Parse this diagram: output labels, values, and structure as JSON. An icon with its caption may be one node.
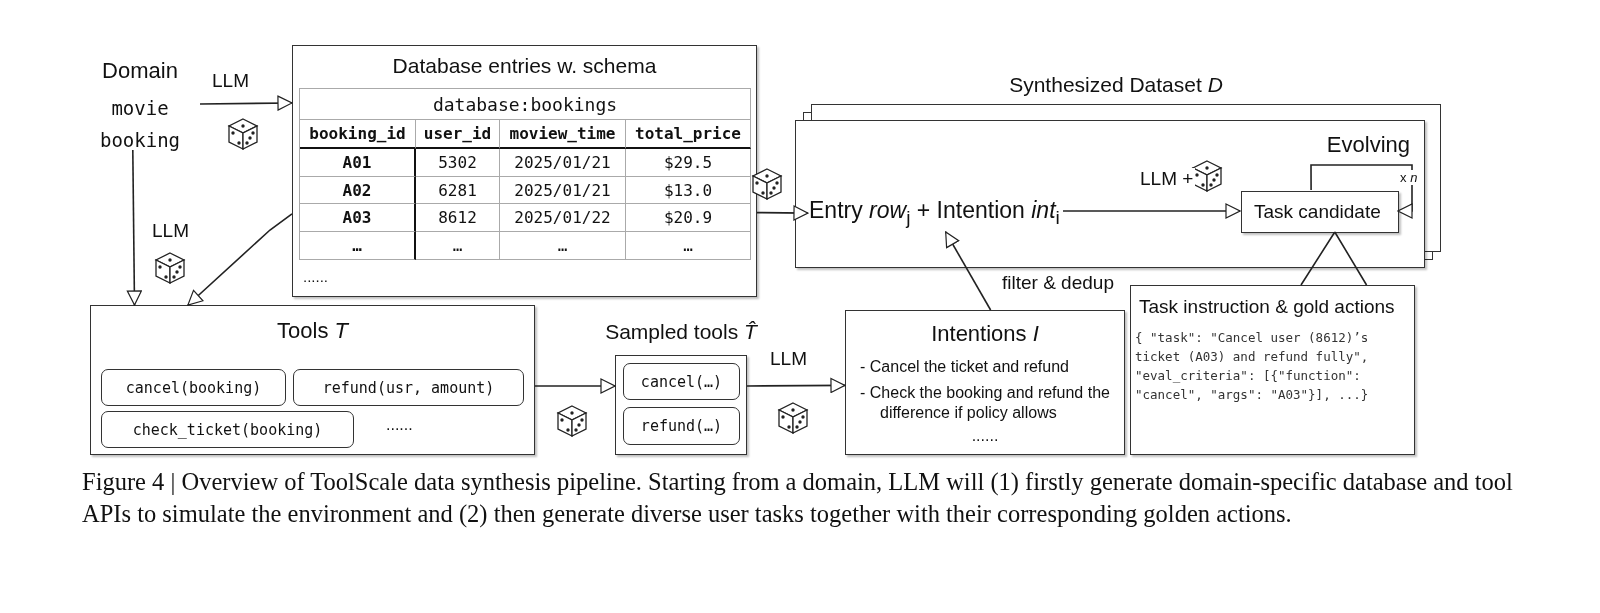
{
  "diagram": {
    "caption": "Figure 4 | Overview of ToolScale data synthesis pipeline. Starting from a domain, LLM will (1) firstly generate domain-specific database and tool APIs to simulate the environment and (2) then generate diverse user tasks together with their corresponding golden actions.",
    "nodes": [
      {
        "text": [
          "Domain",
          "movie booking"
        ]
      },
      {
        "text": [
          "Database entries w. schema"
        ]
      },
      {
        "text": [
          "Tools *T*"
        ]
      },
      {
        "text": [
          "cancel(booking)"
        ],
        "in": 2
      },
      {
        "text": [
          "refund(usr, amount)"
        ],
        "in": 2
      },
      {
        "text": [
          "check_ticket(booking)"
        ],
        "in": 2
      },
      {
        "text": [
          "Sampled tools *T̂*"
        ]
      },
      {
        "text": [
          "cancel(…)"
        ],
        "in": 6
      },
      {
        "text": [
          "refund(…)"
        ],
        "in": 6
      },
      {
        "text": [
          "Intentions *I*",
          "- Cancel the ticket and refund",
          "- Check the booking and refund the difference if policy allows",
          "......"
        ]
      },
      {
        "text": [
          "Synthesized Dataset *D*"
        ]
      },
      {
        "text": [
          "Entry *row*$_{j}$ + Intention *int*$_{i}$"
        ],
        "in": 10
      },
      {
        "text": [
          "Task candidate"
        ],
        "in": 10,
        "beside": [
          "Evolving"
        ]
      },
      {
        "text": [
          "Task instruction & gold actions",
          "{ \"task\": \"Cancel user (8612)’s ticket (A03) and refund fully\", \"eval_criteria\": [{\"function\": \"cancel\", \"args\": \"A03\"}], ...}"
        ]
      }
    ],
    "edges": [
      {
        "from": 0,
        "to": 1,
        "arrow": "to",
        "label": "LLM"
      },
      {
        "from": 0,
        "to": 2,
        "arrow": "to",
        "label": "LLM"
      },
      {
        "from": 1,
        "to": 2,
        "arrow": "to"
      },
      {
        "from": 2,
        "to": 6,
        "arrow": "to"
      },
      {
        "from": 6,
        "to": 9,
        "arrow": "to",
        "label": "LLM"
      },
      {
        "from": 1,
        "to": 11,
        "arrow": "to"
      },
      {
        "from": 9,
        "to": 11,
        "arrow": "to",
        "label": "filter & dedup"
      },
      {
        "from": 11,
        "to": 12,
        "arrow": "to",
        "label": "LLM +"
      },
      {
        "from": 12,
        "to": 12,
        "arrow": "to",
        "label": "x *n*"
      },
      {
        "from": 12,
        "to": 13,
        "arrow": "none"
      }
    ],
    "labels": [
      "database:bookings",
      "booking_id",
      "user_id",
      "moview_time",
      "total_price",
      "A01",
      "5302",
      "2025/01/21",
      "$29.5",
      "A02",
      "6281",
      "2025/01/21",
      "$13.0",
      "A03",
      "8612",
      "2025/01/22",
      "$20.9",
      "…",
      "…",
      "…",
      "…",
      "......",
      "......"
    ]
  }
}
